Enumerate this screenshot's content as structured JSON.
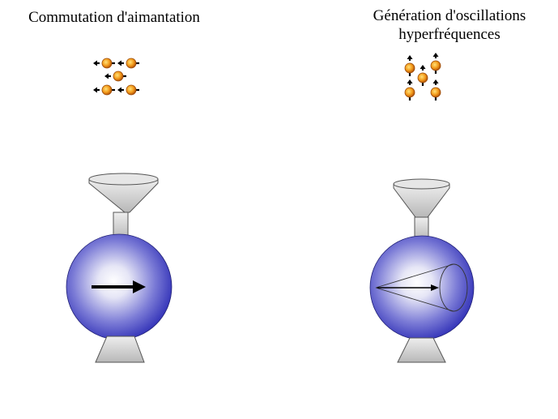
{
  "left_panel": {
    "title": "Commutation d'aimantation"
  },
  "right_panel": {
    "title_line1": "Génération d'oscillations",
    "title_line2": "hyperfréquences"
  },
  "colors": {
    "sphere_core": "#ffffff",
    "sphere_edge": "#2a2ab4",
    "funnel_fill": "#d9d9d9",
    "spin_fill": "#f39a1a",
    "arrow": "#000000"
  }
}
